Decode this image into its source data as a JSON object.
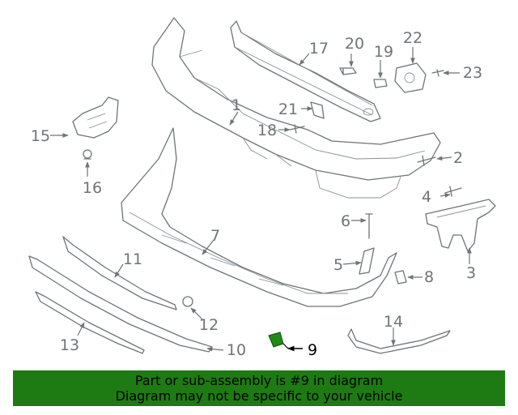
{
  "callouts": [
    "1",
    "2",
    "3",
    "4",
    "5",
    "6",
    "7",
    "8",
    "9",
    "10",
    "11",
    "12",
    "13",
    "14",
    "15",
    "16",
    "17",
    "18",
    "19",
    "20",
    "21",
    "22",
    "23"
  ],
  "highlighted_callout": "9",
  "colors": {
    "highlight_part": "#1e8a16",
    "banner": "#1e7a12",
    "line_art": "#6e7478"
  },
  "banner": {
    "line1": "Part or sub-assembly is #9 in diagram",
    "line2": "Diagram may not be specific to your vehicle"
  }
}
